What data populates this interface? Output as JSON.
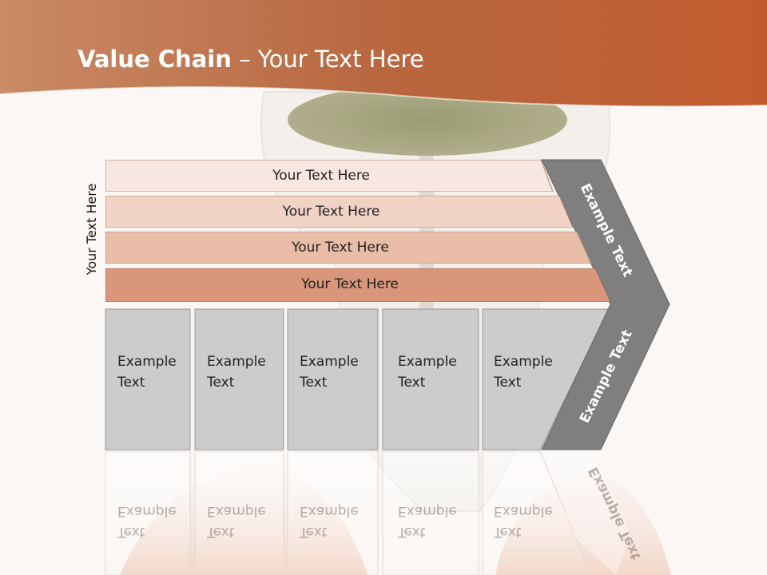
{
  "title": {
    "bold": "Value Chain",
    "rest": " – Your Text Here"
  },
  "side_label": "Your Text Here",
  "bands": [
    {
      "label": "Your Text Here",
      "color": "#f8e7e0"
    },
    {
      "label": "Your Text Here",
      "color": "#f1d3c5"
    },
    {
      "label": "Your Text Here",
      "color": "#e9bda7"
    },
    {
      "label": "Your Text Here",
      "color": "#d9967a"
    }
  ],
  "boxes": [
    {
      "line1": "Example",
      "line2": "Text"
    },
    {
      "line1": "Example",
      "line2": "Text"
    },
    {
      "line1": "Example",
      "line2": "Text"
    },
    {
      "line1": "Example",
      "line2": "Text"
    },
    {
      "line1": "Example",
      "line2": "Text"
    }
  ],
  "chevron": {
    "top_label": "Example Text",
    "bottom_label": "Example Text",
    "color": "#7f7f7f"
  },
  "colors": {
    "header": "#b5582f",
    "box_fill": "#cccccc",
    "background": "#fbf7f4"
  }
}
